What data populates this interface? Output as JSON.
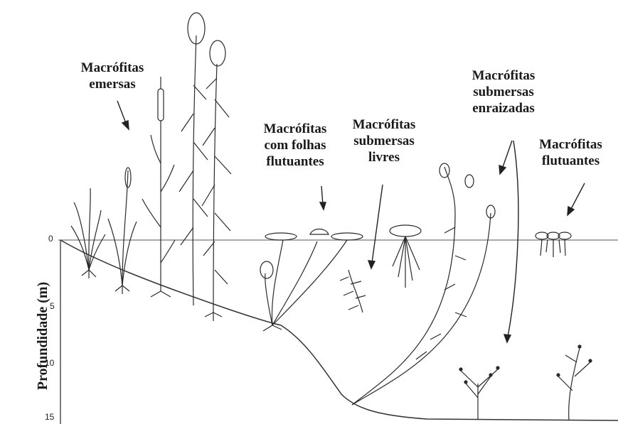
{
  "labels": {
    "emersas": [
      "Macrófitas",
      "emersas"
    ],
    "folhas_flutuantes": [
      "Macrófitas",
      "com folhas",
      "flutuantes"
    ],
    "submersas_livres": [
      "Macrófitas",
      "submersas",
      "livres"
    ],
    "submersas_enraizadas": [
      "Macrófitas",
      "submersas",
      "enraizadas"
    ],
    "flutuantes": [
      "Macrófitas",
      "flutuantes"
    ]
  },
  "axis": {
    "label": "Profundidade (m)",
    "ticks": [
      "0",
      "5",
      "10",
      "15"
    ]
  },
  "colors": {
    "ink": "#2a2a2a",
    "water_line": "#777777",
    "background": "#ffffff"
  }
}
